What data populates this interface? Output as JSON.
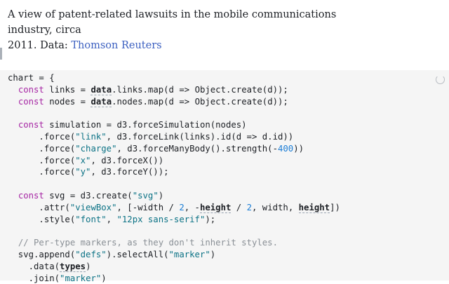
{
  "intro": {
    "text": "A view of patent-related lawsuits in the mobile communications industry, circa\n2011. Data: ",
    "source_link": "Thomson Reuters"
  },
  "code_lines": [
    "chart = {",
    "  const links = data.links.map(d => Object.create(d));",
    "  const nodes = data.nodes.map(d => Object.create(d));",
    "",
    "  const simulation = d3.forceSimulation(nodes)",
    "      .force(\"link\", d3.forceLink(links).id(d => d.id))",
    "      .force(\"charge\", d3.forceManyBody().strength(-400))",
    "      .force(\"x\", d3.forceX())",
    "      .force(\"y\", d3.forceY());",
    "",
    "  const svg = d3.create(\"svg\")",
    "      .attr(\"viewBox\", [-width / 2, -height / 2, width, height])",
    "      .style(\"font\", \"12px sans-serif\");",
    "",
    "  // Per-type markers, as they don't inherit styles.",
    "  svg.append(\"defs\").selectAll(\"marker\")",
    "    .data(types)",
    "    .join(\"marker\")"
  ],
  "status_icon": "loading-spinner-icon"
}
